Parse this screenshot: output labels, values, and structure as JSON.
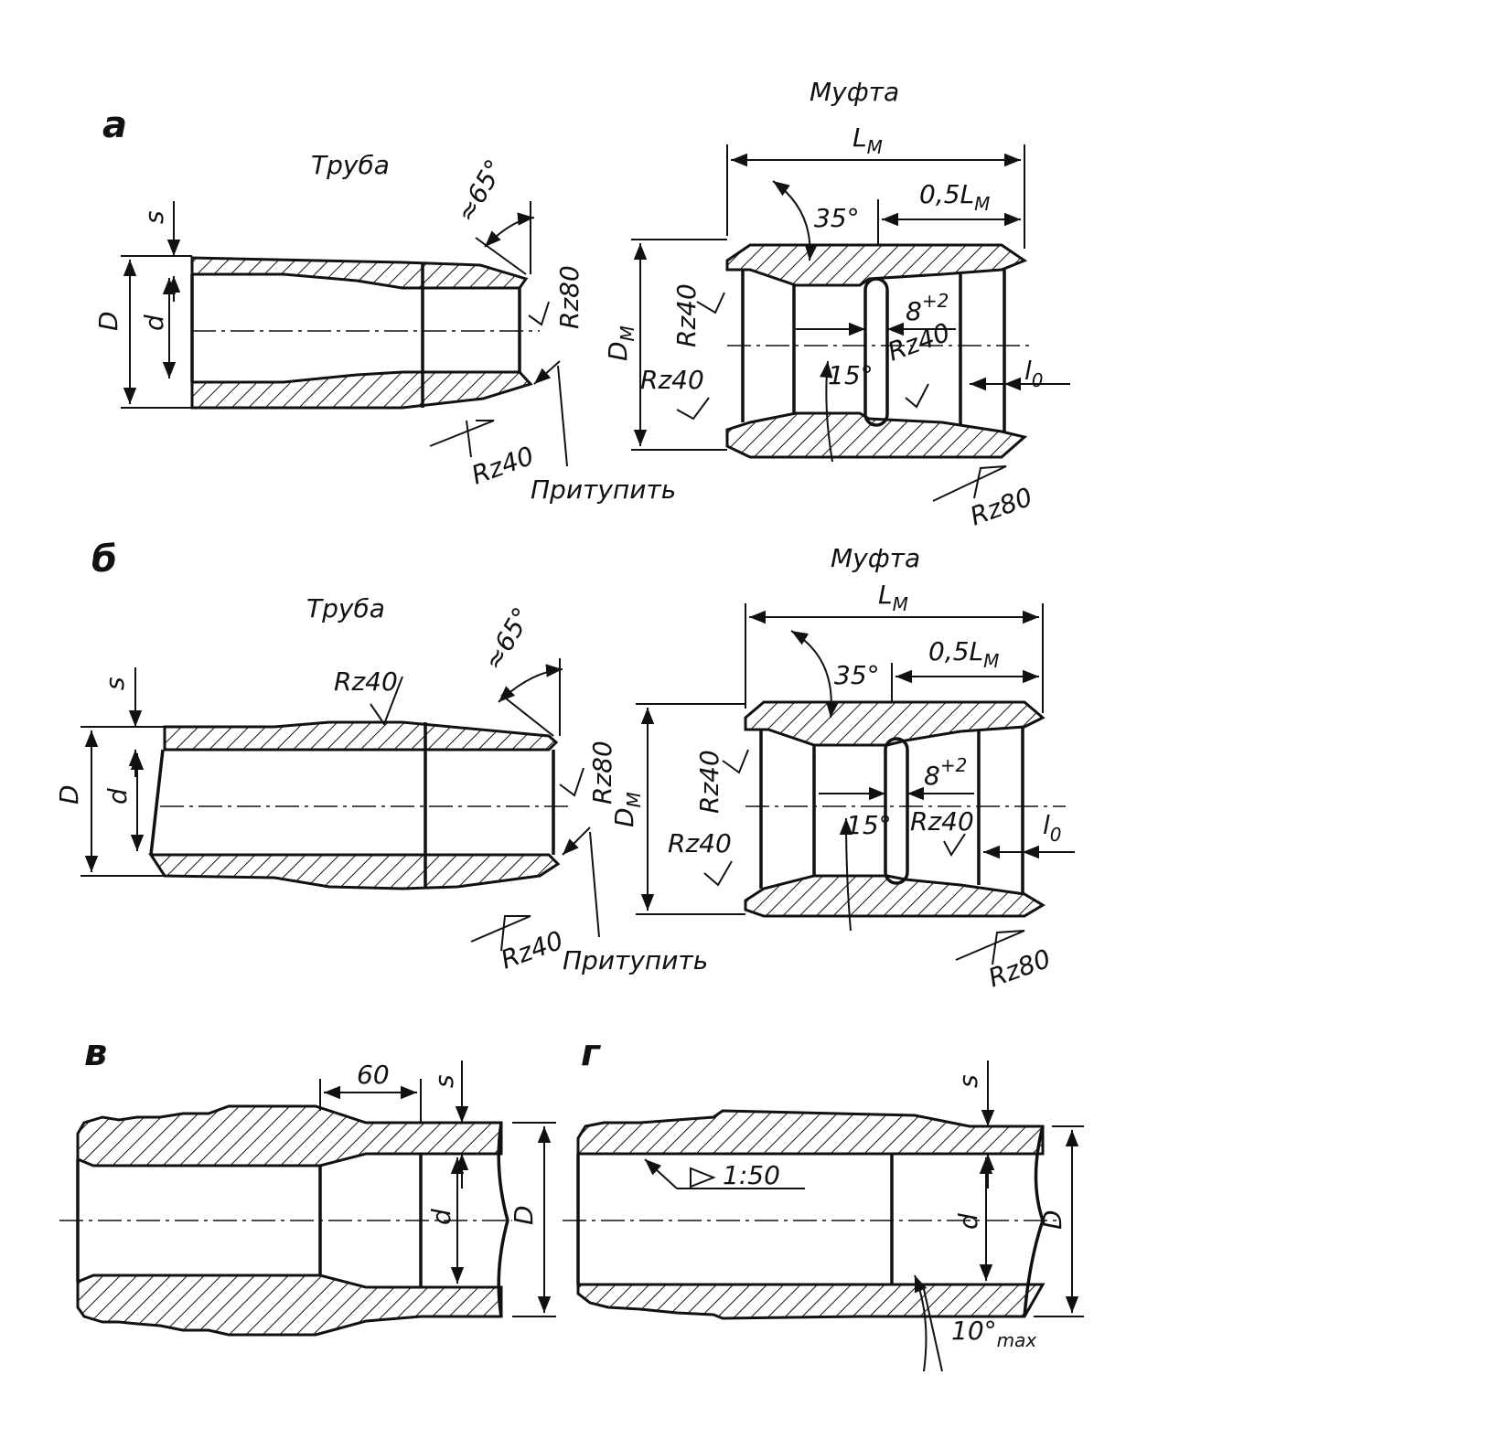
{
  "sections": {
    "a": {
      "label": "а",
      "pipe_title": "Труба",
      "coupling_title": "Муфта",
      "angle_chamfer": "≈65°",
      "s": "s",
      "D": "D",
      "d": "d",
      "rz80": "Rz80",
      "rz40": "Rz40",
      "blunt": "Притупить",
      "LM": "L",
      "LM_sub": "М",
      "halfLM": "0,5L",
      "halfLM_sub": "М",
      "angle35": "35°",
      "DM": "D",
      "DM_sub": "М",
      "groove": "8",
      "groove_sup": "+2",
      "angle15": "15°",
      "l0": "l",
      "l0_sub": "0",
      "rz40_a": "Rz40",
      "rz40_b": "Rz40",
      "rz40_c": "Rz40",
      "rz80_c": "Rz80"
    },
    "b": {
      "label": "б",
      "pipe_title": "Труба",
      "coupling_title": "Муфта",
      "angle_chamfer": "≈65°",
      "s": "s",
      "D": "D",
      "d": "d",
      "rz40_top": "Rz40",
      "rz80": "Rz80",
      "rz40": "Rz40",
      "blunt": "Притупить",
      "LM": "L",
      "LM_sub": "М",
      "halfLM": "0,5L",
      "halfLM_sub": "М",
      "angle35": "35°",
      "DM": "D",
      "DM_sub": "М",
      "groove": "8",
      "groove_sup": "+2",
      "angle15": "15°",
      "l0": "l",
      "l0_sub": "0",
      "rz40_a": "Rz40",
      "rz40_b": "Rz40",
      "rz40_c": "Rz40",
      "rz80_c": "Rz80"
    },
    "v": {
      "label": "в",
      "dim60": "60",
      "s": "s",
      "d": "d",
      "D": "D"
    },
    "g": {
      "label": "г",
      "taper": "1:50",
      "s": "s",
      "d": "d",
      "D": "D",
      "angle": "10°",
      "angle_sub": "max"
    }
  }
}
